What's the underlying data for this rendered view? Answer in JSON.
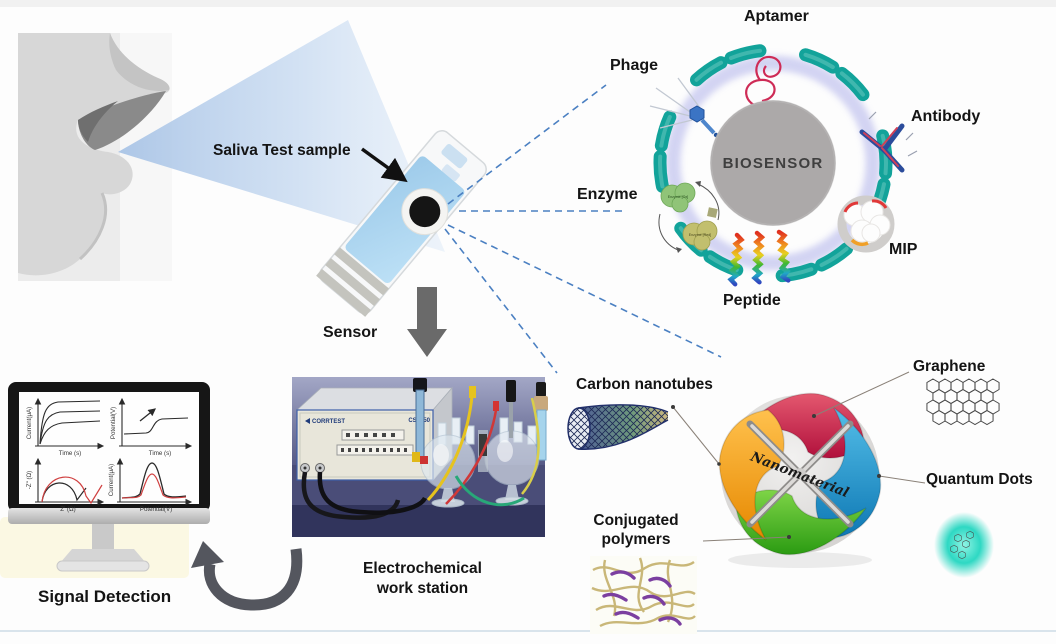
{
  "flow": {
    "saliva_label": "Saliva Test sample",
    "sensor_label": "Sensor",
    "workstation_label_line1": "Electrochemical",
    "workstation_label_line2": "work station",
    "signal_label": "Signal Detection"
  },
  "biosensor": {
    "center_label": "BIOSENSOR",
    "recognition_elements": [
      {
        "label": "Aptamer"
      },
      {
        "label": "Phage"
      },
      {
        "label": "Antibody"
      },
      {
        "label": "Enzyme"
      },
      {
        "label": "MIP"
      },
      {
        "label": "Peptide"
      }
    ],
    "enzyme_ox_label": "Enzyme [Ox]",
    "enzyme_red_label": "Enzyme [Red]"
  },
  "nanomaterial": {
    "center_label": "Nanomaterial",
    "items": [
      {
        "label": "Carbon nanotubes"
      },
      {
        "label": "Graphene"
      },
      {
        "label": "Quantum Dots"
      },
      {
        "label_line1": "Conjugated",
        "label_line2": "polymers"
      }
    ]
  },
  "workstation_device": {
    "brand": "CORRTEST",
    "model": "CS2350"
  },
  "signal_plots": [
    {
      "ylabel": "Current(μA)",
      "xlabel": "Time (s)"
    },
    {
      "ylabel": "Potential(V)",
      "xlabel": "Time (s)"
    },
    {
      "ylabel": "-Z\" (Ω)",
      "xlabel": "Z' (Ω)"
    },
    {
      "ylabel": "Current(μA)",
      "xlabel": "Potential(V)"
    }
  ],
  "colors": {
    "dashed_connector": "#4B80C2",
    "beam_blue": "#AFC8E8",
    "strip_pad_blue": "#9ECBEA",
    "teal_rod": "#12A39A",
    "glow_ring": "#C8C9F0",
    "biosensor_disc": "#ACA9A9",
    "petal_red": "#C9224C",
    "petal_blue": "#1887C4",
    "petal_green": "#46B21E",
    "petal_orange": "#F09A10",
    "quantum_dot_teal": "#2ED8C3",
    "plot_red": "#D04040",
    "arrow_gray": "#6A6A6A"
  }
}
